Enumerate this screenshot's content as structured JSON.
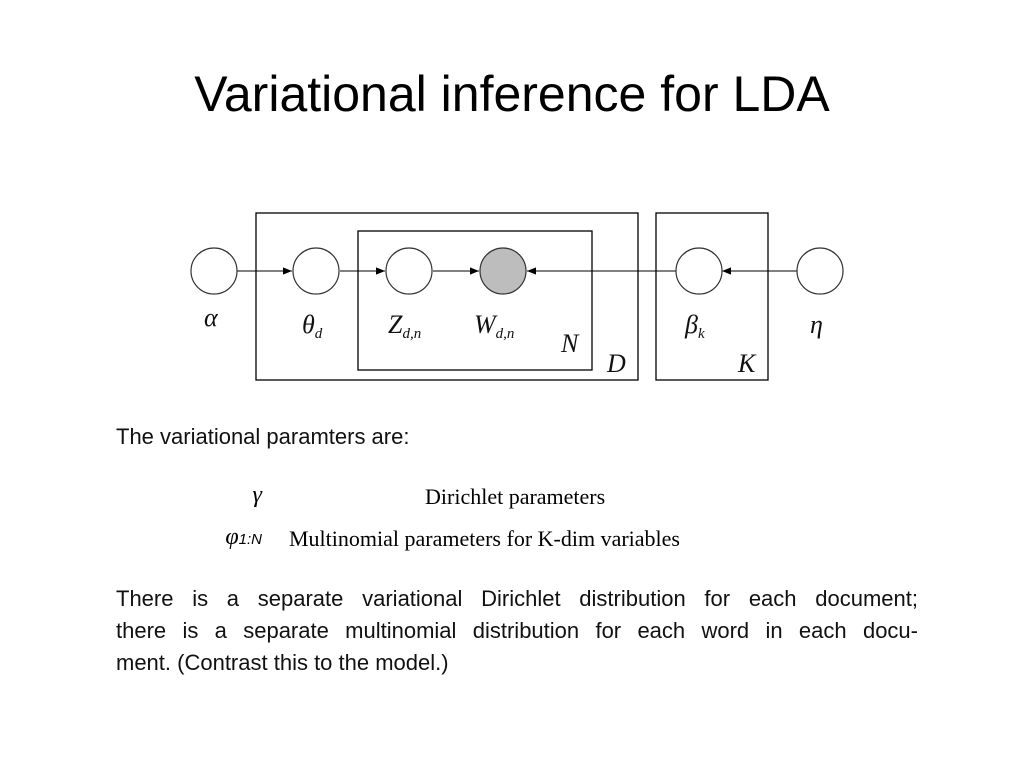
{
  "title": "Variational inference for LDA",
  "diagram": {
    "nodes": [
      {
        "id": "alpha",
        "symbol": "α",
        "sub": "",
        "observed": false
      },
      {
        "id": "theta",
        "symbol": "θ",
        "sub": "d",
        "observed": false
      },
      {
        "id": "z",
        "symbol": "Z",
        "sub": "d,n",
        "observed": false
      },
      {
        "id": "w",
        "symbol": "W",
        "sub": "d,n",
        "observed": true
      },
      {
        "id": "beta",
        "symbol": "β",
        "sub": "k",
        "observed": false
      },
      {
        "id": "eta",
        "symbol": "η",
        "sub": "",
        "observed": false
      }
    ],
    "edges": [
      {
        "from": "alpha",
        "to": "theta"
      },
      {
        "from": "theta",
        "to": "z"
      },
      {
        "from": "z",
        "to": "w"
      },
      {
        "from": "beta",
        "to": "w"
      },
      {
        "from": "eta",
        "to": "beta"
      }
    ],
    "plates": [
      {
        "id": "N",
        "label": "N"
      },
      {
        "id": "D",
        "label": "D"
      },
      {
        "id": "K",
        "label": "K"
      }
    ]
  },
  "intro": "The variational paramters are:",
  "parameters": [
    {
      "symbol": "γ",
      "sub": "",
      "description": "Dirichlet parameters"
    },
    {
      "symbol": "φ",
      "sub": "1:N",
      "description": "Multinomial parameters for K-dim variables"
    }
  ],
  "paragraph_lines": [
    "There is a separate variational Dirichlet distribution for each document;",
    "there is a separate multinomial distribution for each word in each docu-",
    "ment. (Contrast this to the model.)"
  ]
}
